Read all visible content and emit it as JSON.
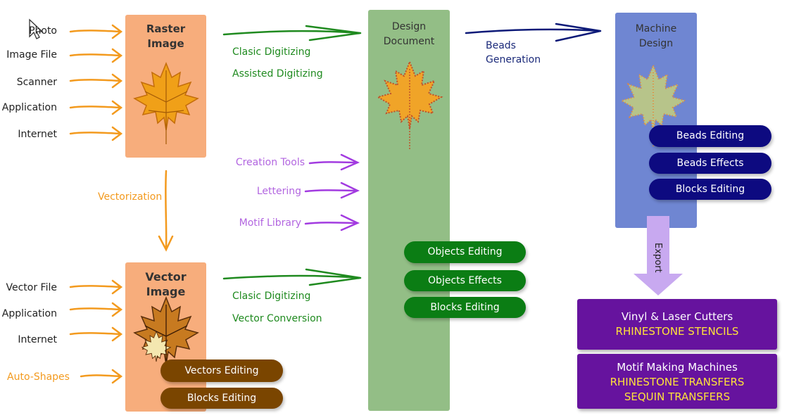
{
  "raster": {
    "title_line1": "Raster",
    "title_line2": "Image",
    "inputs": [
      "Photo",
      "Image File",
      "Scanner",
      "Application",
      "Internet"
    ]
  },
  "vectorization_label": "Vectorization",
  "vector": {
    "title_line1": "Vector",
    "title_line2": "Image",
    "inputs": [
      "Vector File",
      "Application",
      "Internet"
    ],
    "auto_shapes": "Auto-Shapes",
    "buttons": [
      "Vectors Editing",
      "Blocks Editing"
    ]
  },
  "raster_to_design": [
    "Clasic Digitizing",
    "Assisted Digitizing"
  ],
  "vector_to_design": [
    "Clasic Digitizing",
    "Vector Conversion"
  ],
  "tools": [
    "Creation Tools",
    "Lettering",
    "Motif Library"
  ],
  "design": {
    "title_line1": "Design",
    "title_line2": "Document",
    "buttons": [
      "Objects Editing",
      "Objects Effects",
      "Blocks Editing"
    ]
  },
  "beads_generation": [
    "Beads",
    "Generation"
  ],
  "machine": {
    "title_line1": "Machine",
    "title_line2": "Design",
    "buttons": [
      "Beads Editing",
      "Beads Effects",
      "Blocks Editing"
    ]
  },
  "export_label": "Export",
  "outputs": [
    {
      "line1": "Vinyl & Laser Cutters",
      "line2": "RHINESTONE STENCILS"
    },
    {
      "line1": "Motif Making Machines",
      "line2": "RHINESTONE TRANSFERS",
      "line3": "SEQUIN TRANSFERS"
    }
  ],
  "colors": {
    "raster_box": "#f7ad7c",
    "design_box": "#93be86",
    "machine_box": "#6f86d2",
    "orange_arrow": "#f39a1e",
    "green_arrow": "#1f8a1f",
    "navy_arrow": "#0d1a78",
    "purple_arrow": "#a23be0",
    "export_arrow": "#c8a9f0"
  }
}
